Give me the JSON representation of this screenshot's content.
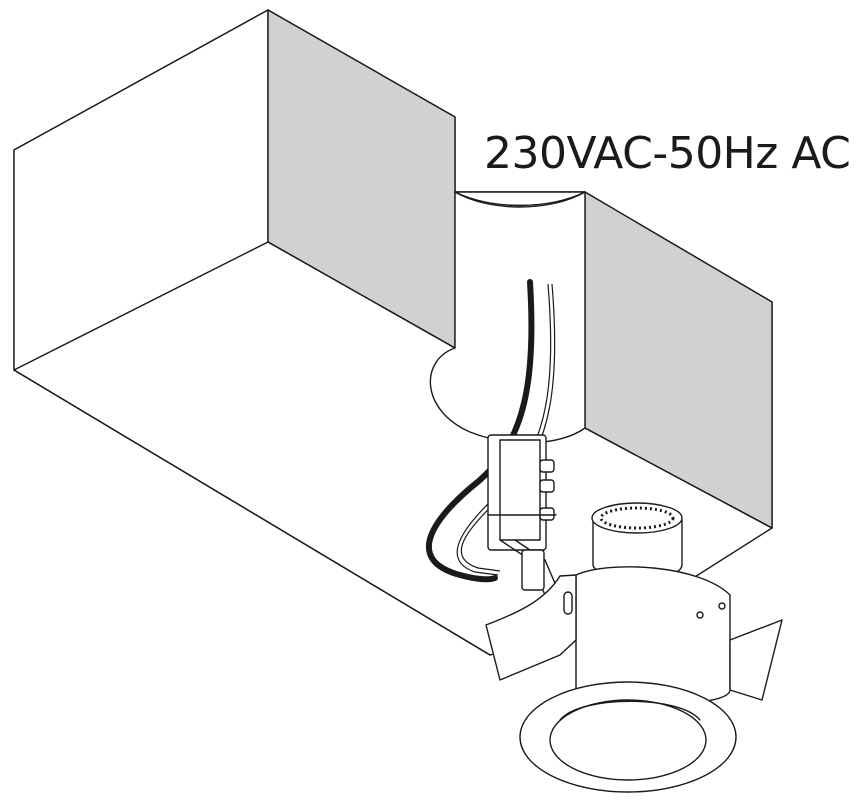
{
  "diagram": {
    "voltage_label": "230VAC-50Hz AC",
    "colors": {
      "line": "#1a1a1a",
      "background": "#ffffff",
      "shaded_face": "#d1d1d1"
    },
    "parts": [
      "ceiling-void-box",
      "cable-cutout",
      "supply-wires",
      "connector-block",
      "downlight-fixture"
    ]
  }
}
